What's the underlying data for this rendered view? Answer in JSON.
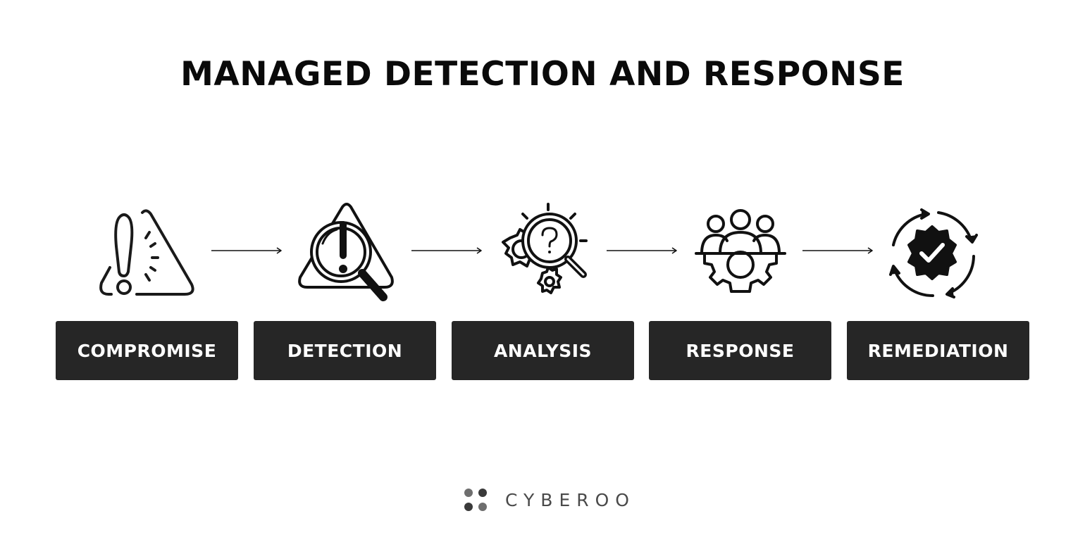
{
  "title": "MANAGED DETECTION AND RESPONSE",
  "stages": [
    {
      "label": "COMPROMISE",
      "icon": "alert-warning-icon"
    },
    {
      "label": "DETECTION",
      "icon": "magnifier-warning-icon"
    },
    {
      "label": "ANALYSIS",
      "icon": "gears-question-icon"
    },
    {
      "label": "RESPONSE",
      "icon": "team-gear-icon"
    },
    {
      "label": "REMEDIATION",
      "icon": "badge-check-cycle-icon"
    }
  ],
  "brand": {
    "name": "CYBEROO",
    "logo_icon": "four-dots-logo-icon"
  },
  "colors": {
    "background": "#ffffff",
    "stage_box": "#262626",
    "stage_text": "#ffffff",
    "title_text": "#0a0a0a",
    "brand_text": "#4a4a4a"
  }
}
